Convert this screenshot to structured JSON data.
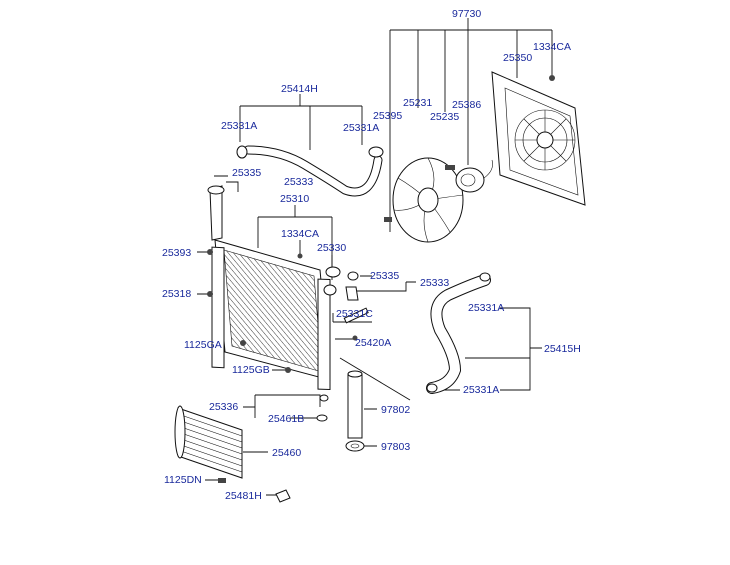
{
  "labels": {
    "p97730": "97730",
    "p1334ca_top": "1334CA",
    "p25350": "25350",
    "p25414h": "25414H",
    "p25395": "25395",
    "p25231": "25231",
    "p25386": "25386",
    "p25235": "25235",
    "p25331a_1": "25331A",
    "p25331a_2": "25331A",
    "p25335_1": "25335",
    "p25333_1": "25333",
    "p25310": "25310",
    "p1334ca_mid": "1334CA",
    "p25330": "25330",
    "p25393": "25393",
    "p25335_2": "25335",
    "p25333_2": "25333",
    "p25318": "25318",
    "p25331a_3": "25331A",
    "p25331c": "25331C",
    "p25420a": "25420A",
    "p25415h": "25415H",
    "p1125ga": "1125GA",
    "p1125gb": "1125GB",
    "p25331a_4": "25331A",
    "p25336": "25336",
    "p97802": "97802",
    "p25461b": "25461B",
    "p97803": "97803",
    "p25460": "25460",
    "p1125dn": "1125DN",
    "p25481h": "25481H"
  }
}
